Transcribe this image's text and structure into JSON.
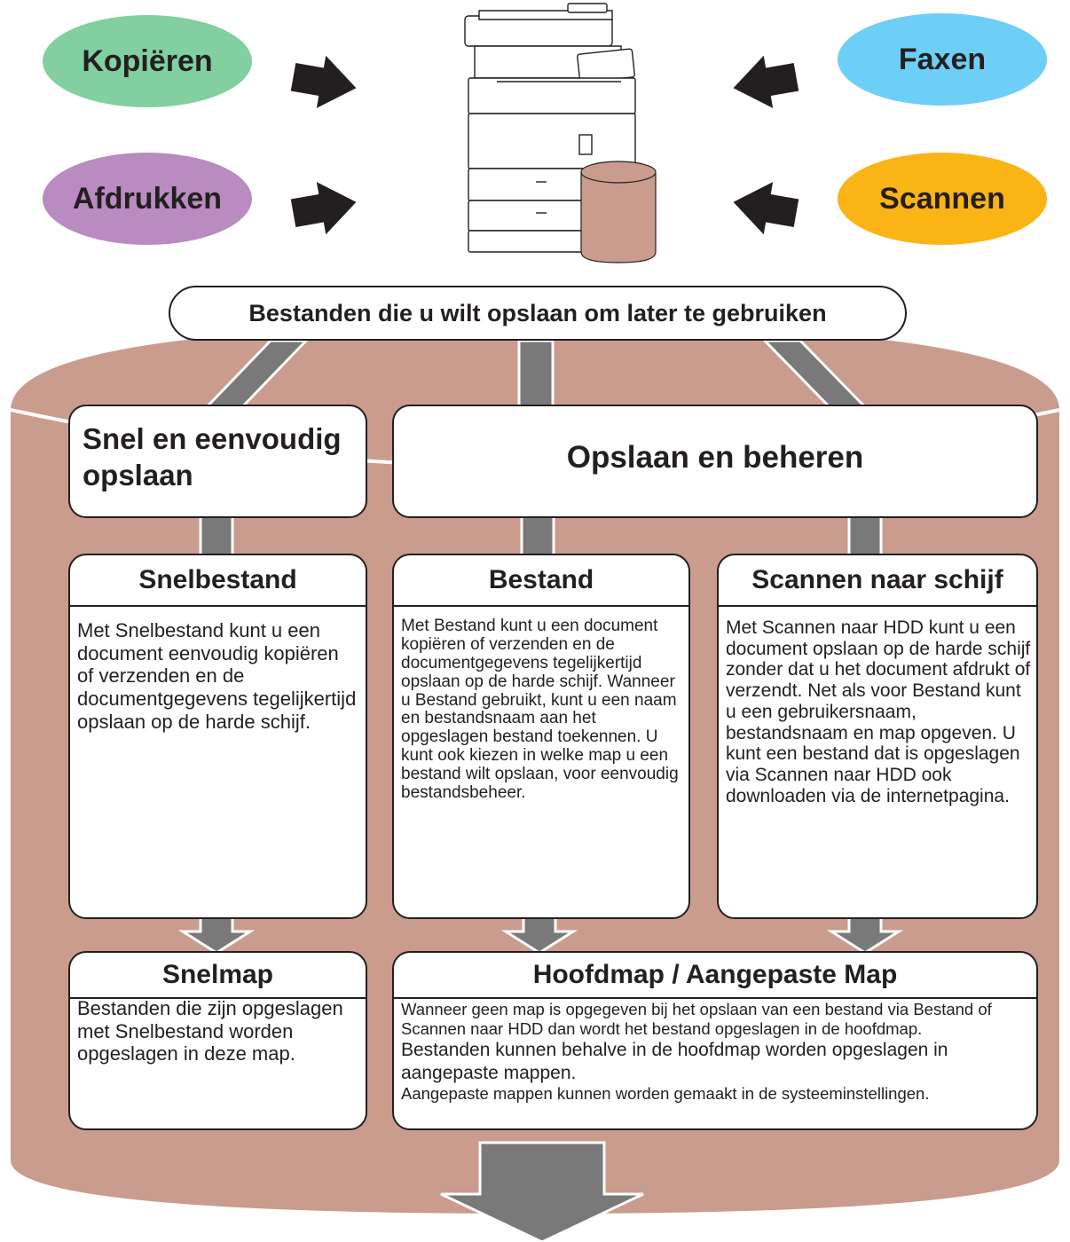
{
  "sources": {
    "copy": "Kopiëren",
    "print": "Afdrukken",
    "fax": "Faxen",
    "scan": "Scannen"
  },
  "headline": "Bestanden die u wilt opslaan om later te gebruiken",
  "categories": {
    "quick": "Snel en eenvoudig opslaan",
    "manage": "Opslaan en beheren"
  },
  "methods": {
    "snelbestand": {
      "title": "Snelbestand",
      "text": "Met Snelbestand kunt u een document eenvoudig kopiëren of verzenden en de documentgegevens tegelijkertijd opslaan op de harde schijf."
    },
    "bestand": {
      "title": "Bestand",
      "text": "Met Bestand kunt u een document kopiëren of verzenden en de documentgegevens tegelijkertijd opslaan op de harde schijf. Wanneer u Bestand gebruikt, kunt u een naam en bestandsnaam aan het opgeslagen bestand toekennen. U kunt ook kiezen in welke map u een bestand wilt opslaan, voor eenvoudig bestandsbeheer."
    },
    "scan_to_disk": {
      "title": "Scannen naar schijf",
      "text": "Met Scannen naar HDD kunt u een document opslaan op de harde schijf zonder dat u het document afdrukt of verzendt. Net als voor Bestand kunt u een gebruikersnaam, bestandsnaam en map opgeven. U kunt een bestand dat is opgeslagen via Scannen naar HDD ook downloaden via de internetpagina."
    }
  },
  "folders": {
    "snelmap": {
      "title": "Snelmap",
      "text": "Bestanden die zijn opgeslagen met Snelbestand worden opgeslagen in deze map."
    },
    "hoofdmap": {
      "title": "Hoofdmap / Aangepaste Map",
      "line1": "Wanneer geen map is opgegeven bij het opslaan van een bestand via Bestand of Scannen naar HDD dan wordt het bestand opgeslagen in de hoofdmap.",
      "line2": "Bestanden kunnen behalve in de hoofdmap worden opgeslagen in aangepaste mappen.",
      "line3": "Aangepaste mappen kunnen worden gemaakt in de systeeminstellingen."
    }
  },
  "colors": {
    "copy": "#82cfa0",
    "print": "#b98bc0",
    "fax": "#6dcff6",
    "scan": "#fbb416",
    "storage": "#c99c8d",
    "connector": "#7a7979"
  }
}
